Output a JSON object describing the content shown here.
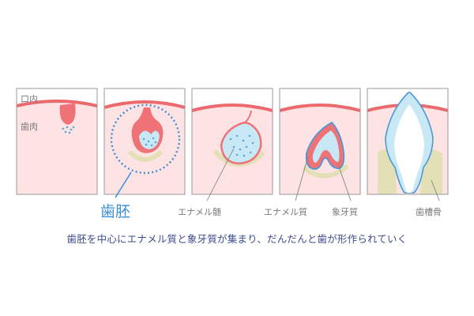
{
  "labels": {
    "mouth": "口内",
    "gum": "歯肉",
    "tooth_germ": "歯胚",
    "enamel_organ": "エナメル髄",
    "enamel": "エナメル質",
    "dentin": "象牙質",
    "alveolar_bone": "歯槽骨"
  },
  "caption": "歯胚を中心にエナメル質と象牙質が集まり、だんだんと歯が形作られていく",
  "colors": {
    "gum_fill": "#fde3e3",
    "gum_line": "#ec6a6e",
    "tissue_red": "#ee7276",
    "enamel_blue": "#c8e8f5",
    "enamel_edge": "#4c99d6",
    "dot_blue": "#5aa8dc",
    "bone": "#e3dfb7",
    "accent_label": "#3a8fd8",
    "caption_text": "#3d4c8e",
    "panel_border": "#9a9a9a",
    "label_gray": "#7a7a7a",
    "root_yellow": "#f0d884"
  }
}
